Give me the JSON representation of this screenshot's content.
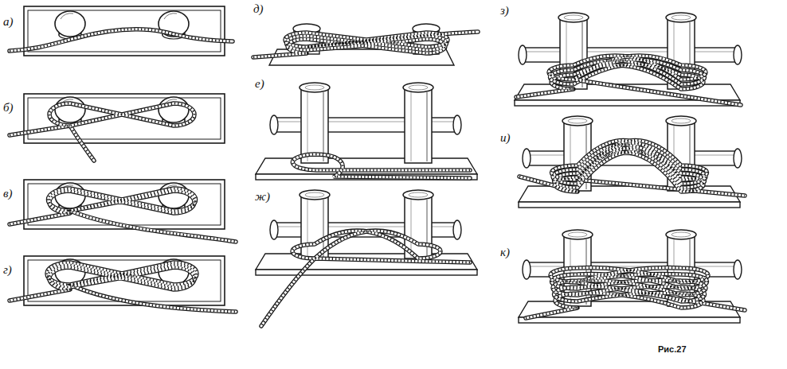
{
  "diagram": {
    "caption": "Рис.27",
    "labels": [
      "а)",
      "б)",
      "в)",
      "г)",
      "д)",
      "е)",
      "ж)",
      "з)",
      "и)",
      "к)"
    ]
  }
}
